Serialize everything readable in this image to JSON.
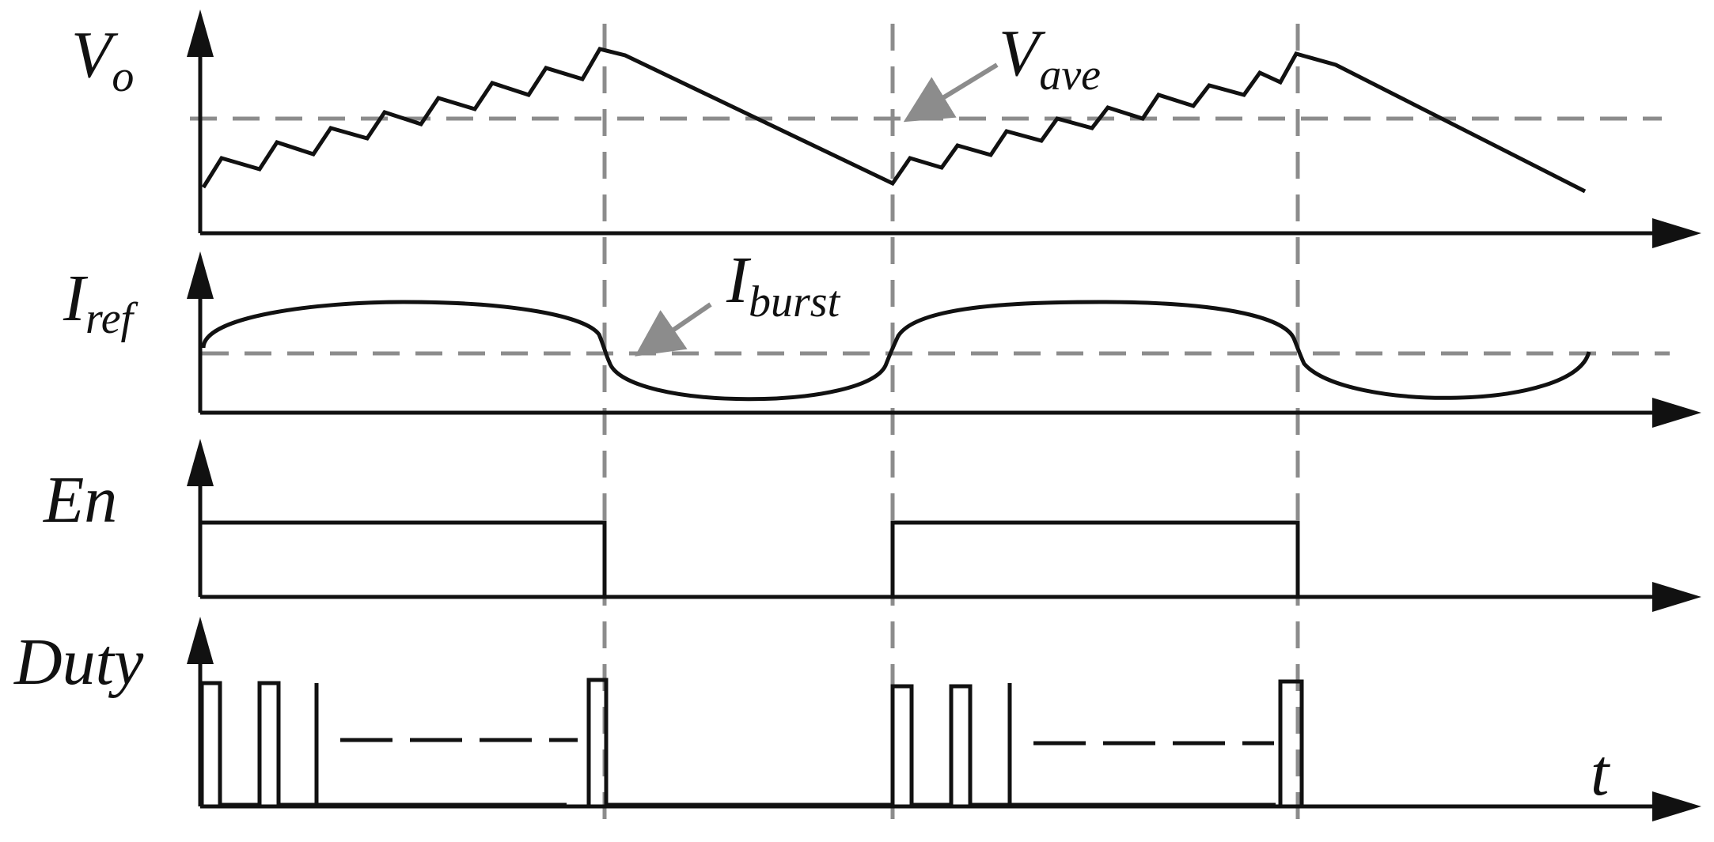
{
  "signals": {
    "vo": {
      "main": "V",
      "sub": "o"
    },
    "iref": {
      "main": "I",
      "sub": "ref"
    },
    "en": {
      "main": "En"
    },
    "duty": {
      "main": "Duty"
    }
  },
  "annotations": {
    "vave": {
      "main": "V",
      "sub": "ave"
    },
    "iburst": {
      "main": "I",
      "sub": "burst"
    }
  },
  "time_axis": {
    "label": "t"
  },
  "colors": {
    "trace": "#111111",
    "dashed_guide": "#8c8c8c",
    "background": "#ffffff"
  }
}
